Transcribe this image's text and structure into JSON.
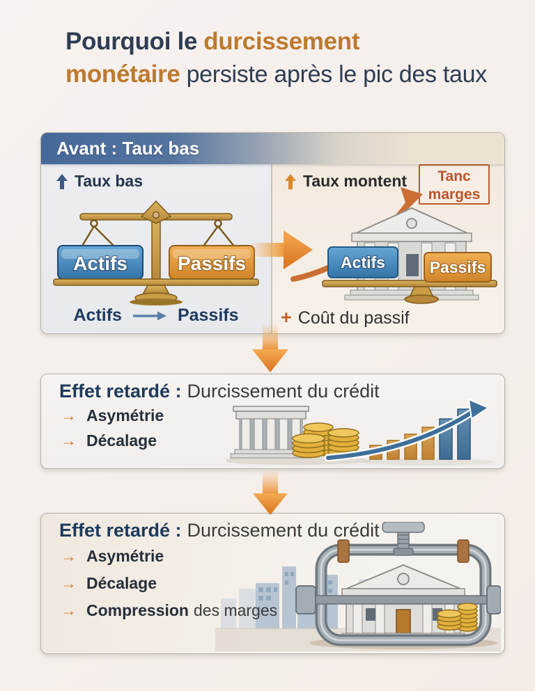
{
  "colors": {
    "background": "#f6f1ed",
    "navy": "#2e3d52",
    "accent_orange": "#bd7a2e",
    "arrow_orange": "#e1862f",
    "header_blue": "#4a6c99",
    "box_blue": "#3f82b6",
    "box_orange": "#d9913a",
    "gold": "#c99d44",
    "bar_blue": "#4e80a6",
    "bar_orange": "#d39a4a",
    "callout_orange": "#bd5f2c"
  },
  "title": {
    "line1_dark": "Pourquoi le",
    "line1_accent": "durcissement",
    "line2_accent": "monétaire",
    "line2_dark": "persiste après le pic des taux"
  },
  "panel_avant": {
    "header": "Avant : Taux bas",
    "left": {
      "label": "Taux bas",
      "scale_left_box": "Actifs",
      "scale_right_box": "Passifs",
      "caption_from": "Actifs",
      "caption_to": "Passifs"
    },
    "right": {
      "label": "Taux montent",
      "callout_line1": "Tanc",
      "callout_line2": "marges",
      "box_left": "Actifs",
      "box_right": "Passifs",
      "caption_prefix": "+",
      "caption": "Coût du passif"
    }
  },
  "panel_effet_1": {
    "title_bold": "Effet retardé :",
    "title_rest": "Durcissement du crédit",
    "bullets": [
      "Asymétrie",
      "Décalage"
    ]
  },
  "panel_effet_2": {
    "title_bold": "Effet retardé :",
    "title_rest": "Durcissement du crédit",
    "bullets": [
      {
        "bold": "Asymétrie",
        "rest": ""
      },
      {
        "bold": "Décalage",
        "rest": ""
      },
      {
        "bold": "Compression",
        "rest": "des marges"
      }
    ]
  },
  "icons": {
    "bullet_arrow": "→"
  }
}
